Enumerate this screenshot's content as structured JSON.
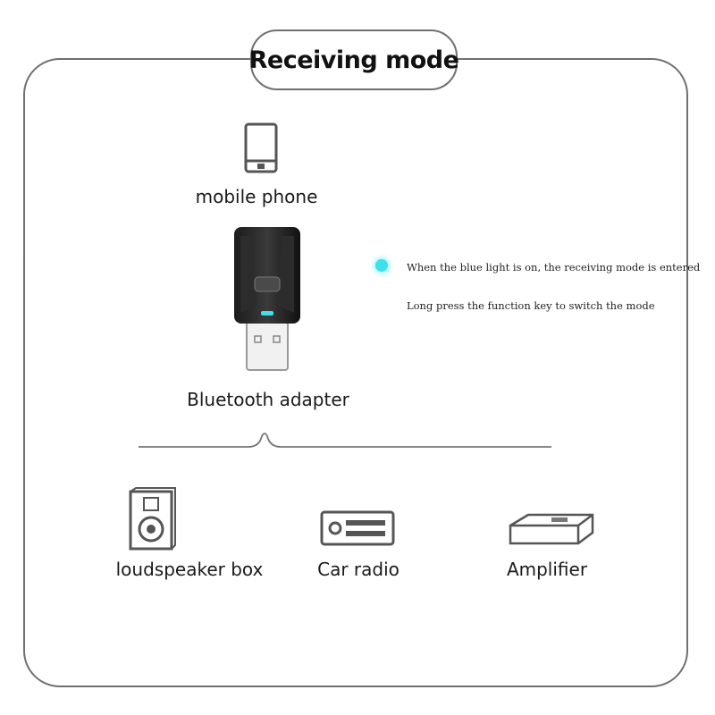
{
  "title": "Receiving mode",
  "source": {
    "label": "mobile phone",
    "icon": "mobile-phone-icon"
  },
  "adapter": {
    "label": "Bluetooth adapter",
    "icon": "bluetooth-adapter-icon"
  },
  "indicator": {
    "color": "#3fe0ea",
    "line1": "When the blue light is on, the receiving mode is entered",
    "line2": "Long press the function key to switch the mode"
  },
  "outputs": [
    {
      "label": "loudspeaker box",
      "icon": "loudspeaker-icon"
    },
    {
      "label": "Car radio",
      "icon": "car-radio-icon"
    },
    {
      "label": "Amplifier",
      "icon": "amplifier-icon"
    }
  ],
  "colors": {
    "outline": "#707070",
    "icon_stroke": "#555555"
  }
}
